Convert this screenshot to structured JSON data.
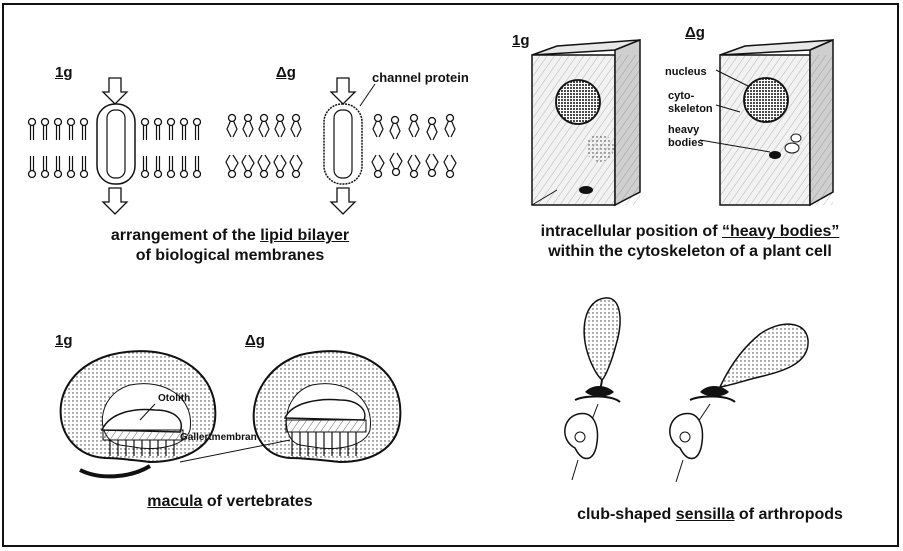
{
  "panels": {
    "membrane": {
      "g1": "1g",
      "dg": "Δg",
      "channel_protein": "channel protein",
      "caption_prefix": "arrangement of the ",
      "caption_key": "lipid bilayer",
      "caption_line2": "of biological membranes"
    },
    "plant_cell": {
      "g1": "1g",
      "dg": "Δg",
      "nucleus": "nucleus",
      "cytoskeleton_1": "cyto-",
      "cytoskeleton_2": "skeleton",
      "heavy_bodies_1": "heavy",
      "heavy_bodies_2": "bodies",
      "caption_prefix": "intracellular position of ",
      "caption_key": "“heavy bodies”",
      "caption_line2": "within the cytoskeleton of a plant cell"
    },
    "macula": {
      "g1": "1g",
      "dg": "Δg",
      "otolith": "Otolith",
      "gallert": "Gallertmembran",
      "caption_key": "macula",
      "caption_suffix": " of vertebrates"
    },
    "sensilla": {
      "caption_prefix": "club-shaped ",
      "caption_key": "sensilla",
      "caption_suffix": " of arthropods"
    }
  }
}
